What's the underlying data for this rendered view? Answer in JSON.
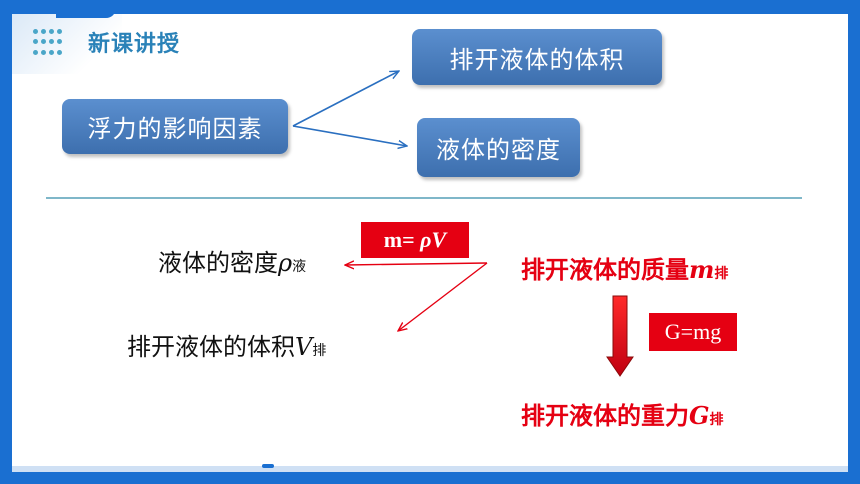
{
  "header": {
    "section_title": "新课讲授"
  },
  "diagram": {
    "main_factor": "浮力的影响因素",
    "factor_volume": "排开液体的体积",
    "factor_density": "液体的密度"
  },
  "derivation": {
    "density_text": "液体的密度",
    "density_symbol": "ρ",
    "density_sub": "液",
    "volume_text": "排开液体的体积",
    "volume_symbol": "V",
    "volume_sub": "排",
    "mass_text": "排开液体的质量",
    "mass_symbol": "m",
    "mass_sub": "排",
    "gravity_text": "排开液体的重力",
    "gravity_symbol": "G",
    "gravity_sub": "排",
    "formula_mass_prefix": "m= ",
    "formula_mass_rho": "ρ",
    "formula_mass_v": "V",
    "formula_gravity": "G=mg"
  },
  "colors": {
    "frame_blue": "#1a6fd1",
    "box_blue": "#4a7fbf",
    "title_blue": "#2a82b8",
    "accent_red": "#e50012"
  }
}
